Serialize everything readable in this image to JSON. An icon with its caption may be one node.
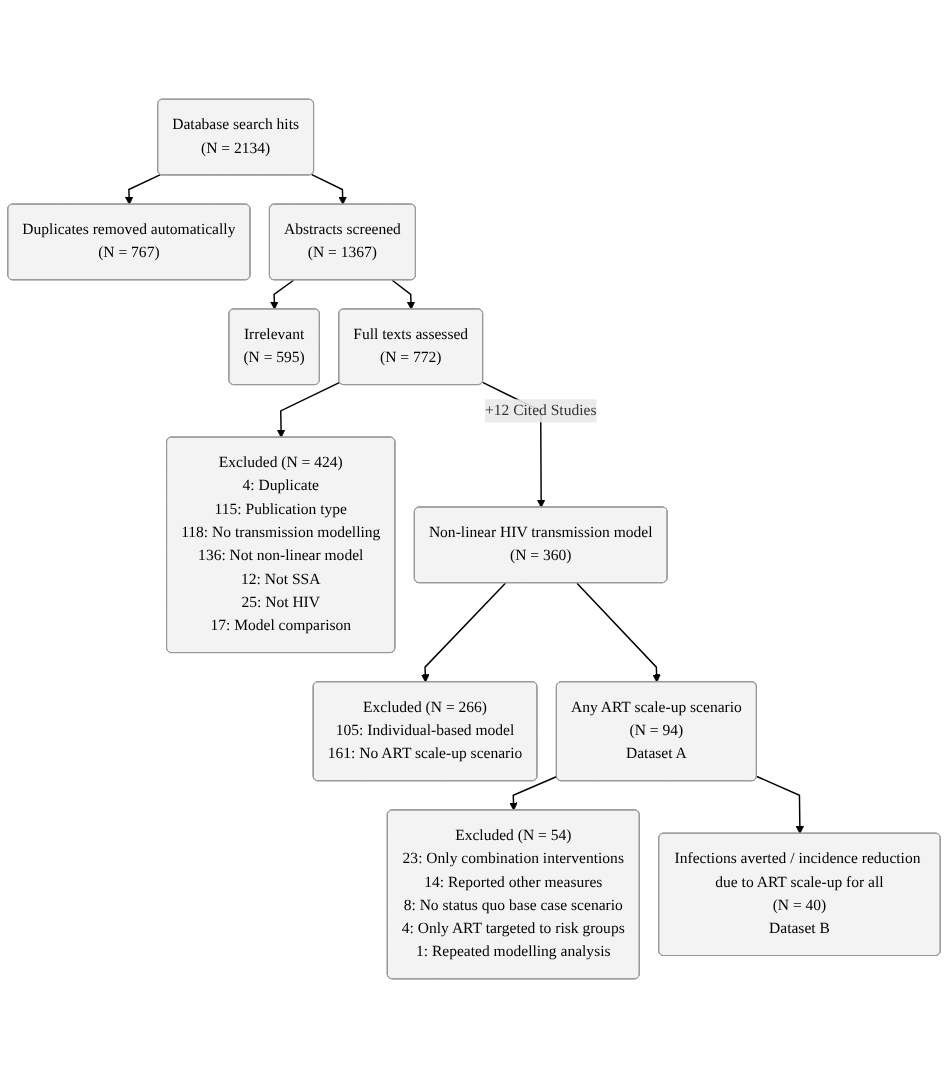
{
  "diagram": {
    "nodes": [
      {
        "text": [
          "Database search hits",
          "(N = 2134)"
        ]
      },
      {
        "text": [
          "Duplicates removed automatically",
          "(N = 767)"
        ]
      },
      {
        "text": [
          "Abstracts screened",
          "(N = 1367)"
        ]
      },
      {
        "text": [
          "Irrelevant",
          "(N = 595)"
        ]
      },
      {
        "text": [
          "Full texts assessed",
          "(N = 772)"
        ]
      },
      {
        "text": [
          "Excluded (N = 424)",
          "4: Duplicate",
          "115: Publication type",
          "118: No transmission modelling",
          "136: Not non-linear model",
          "12: Not SSA",
          "25: Not HIV",
          "17: Model comparison"
        ]
      },
      {
        "text": [
          "Non-linear HIV transmission model",
          "(N = 360)"
        ]
      },
      {
        "text": [
          "Excluded (N = 266)",
          "105: Individual-based model",
          "161: No ART scale-up scenario"
        ]
      },
      {
        "text": [
          "Any ART scale-up scenario",
          "(N = 94)",
          "Dataset A"
        ]
      },
      {
        "text": [
          "Excluded (N = 54)",
          "23: Only combination interventions",
          "14: Reported other measures",
          "8: No status quo base case scenario",
          "4: Only ART targeted to risk groups",
          "1: Repeated modelling analysis"
        ]
      },
      {
        "text": [
          "Infections averted / incidence reduction due to ART scale-up for all",
          "(N = 40)",
          "Dataset B"
        ]
      }
    ],
    "edges": [
      {
        "from": 0,
        "to": 1,
        "arrow": "to"
      },
      {
        "from": 0,
        "to": 2,
        "arrow": "to"
      },
      {
        "from": 2,
        "to": 3,
        "arrow": "to"
      },
      {
        "from": 2,
        "to": 4,
        "arrow": "to"
      },
      {
        "from": 4,
        "to": 5,
        "arrow": "to"
      },
      {
        "from": 4,
        "to": 6,
        "arrow": "to",
        "label": "+12 Cited Studies"
      },
      {
        "from": 6,
        "to": 7,
        "arrow": "to"
      },
      {
        "from": 6,
        "to": 8,
        "arrow": "to"
      },
      {
        "from": 8,
        "to": 9,
        "arrow": "to"
      },
      {
        "from": 8,
        "to": 10,
        "arrow": "to"
      }
    ]
  }
}
